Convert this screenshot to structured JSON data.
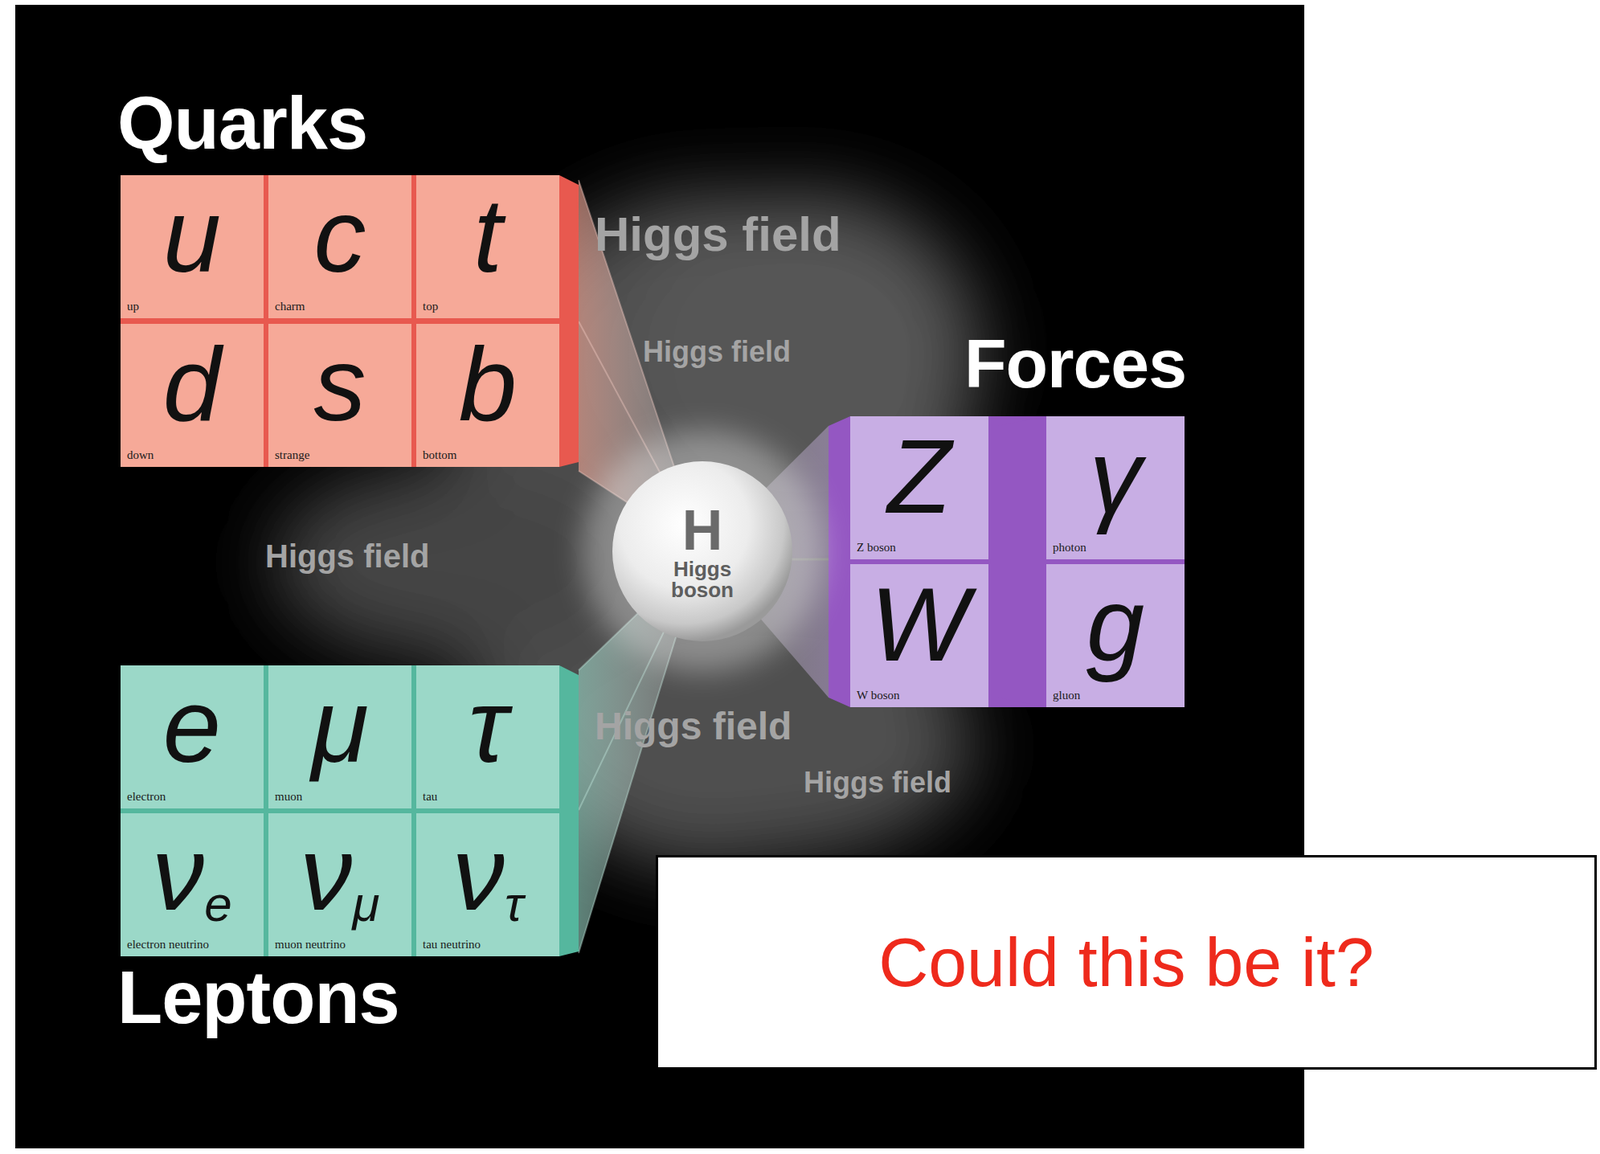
{
  "diagram": {
    "nodes": [
      {
        "text": [
          "u",
          "up"
        ]
      },
      {
        "text": [
          "c",
          "charm"
        ]
      },
      {
        "text": [
          "t",
          "top"
        ]
      },
      {
        "text": [
          "d",
          "down"
        ]
      },
      {
        "text": [
          "s",
          "strange"
        ]
      },
      {
        "text": [
          "b",
          "bottom"
        ]
      },
      {
        "text": [
          "H",
          "Higgs boson"
        ]
      },
      {
        "text": [
          "Z",
          "Z boson"
        ]
      },
      {
        "text": [
          "γ",
          "photon"
        ]
      },
      {
        "text": [
          "W",
          "W boson"
        ]
      },
      {
        "text": [
          "g",
          "gluon"
        ]
      },
      {
        "text": [
          "e",
          "electron"
        ]
      },
      {
        "text": [
          "μ",
          "muon"
        ]
      },
      {
        "text": [
          "τ",
          "tau"
        ]
      },
      {
        "text": [
          "ν",
          "e",
          "electron neutrino"
        ]
      },
      {
        "text": [
          "ν",
          "μ",
          "muon neutrino"
        ]
      },
      {
        "text": [
          "ν",
          "τ",
          "tau neutrino"
        ]
      },
      {
        "text": [
          "Could this be it?"
        ]
      }
    ],
    "labels": [
      "Quarks",
      "Forces",
      "Leptons",
      "Higgs field",
      "Higgs field",
      "Higgs field",
      "Higgs field",
      "Higgs field"
    ]
  }
}
